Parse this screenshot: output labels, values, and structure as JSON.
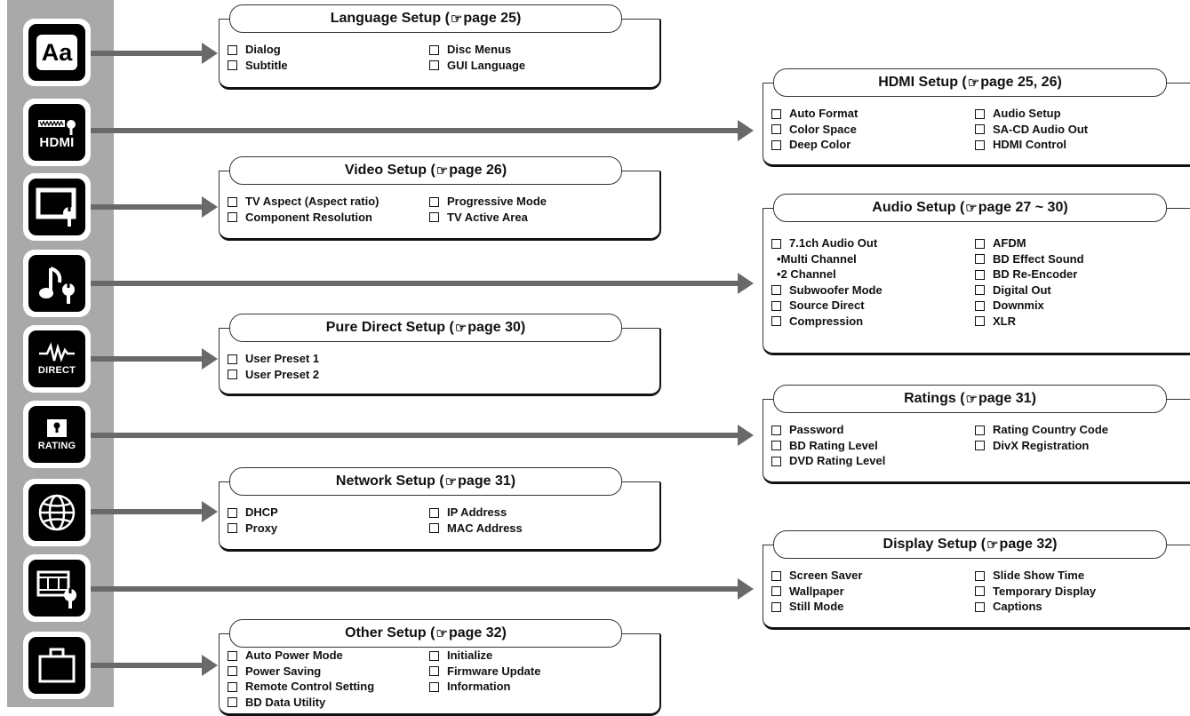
{
  "colors": {
    "sidebar": "#a9a9a9",
    "arrow": "#696969",
    "icon_bg": "#000000"
  },
  "icons": [
    {
      "name": "language-icon",
      "caption": "Aa"
    },
    {
      "name": "hdmi-icon",
      "caption": "HDMI"
    },
    {
      "name": "video-icon",
      "caption": ""
    },
    {
      "name": "audio-icon",
      "caption": ""
    },
    {
      "name": "direct-icon",
      "caption": "DIRECT"
    },
    {
      "name": "rating-icon",
      "caption": "RATING"
    },
    {
      "name": "network-icon",
      "caption": ""
    },
    {
      "name": "display-icon",
      "caption": ""
    },
    {
      "name": "other-icon",
      "caption": ""
    }
  ],
  "panels": {
    "language": {
      "title": "Language Setup (",
      "page": "page 25)",
      "col1": [
        "Dialog",
        "Subtitle"
      ],
      "col2": [
        "Disc Menus",
        "GUI Language"
      ]
    },
    "video": {
      "title": "Video Setup (",
      "page": "page 26)",
      "col1": [
        "TV Aspect (Aspect ratio)",
        "Component Resolution"
      ],
      "col2": [
        "Progressive Mode",
        "TV Active Area"
      ]
    },
    "puredirect": {
      "title": "Pure Direct Setup (",
      "page": "page 30)",
      "col1": [
        "User Preset 1",
        "User Preset 2"
      ]
    },
    "network": {
      "title": "Network Setup (",
      "page": "page 31)",
      "col1": [
        "DHCP",
        "Proxy"
      ],
      "col2": [
        "IP Address",
        "MAC Address"
      ]
    },
    "other": {
      "title": "Other Setup (",
      "page": "page 32)",
      "col1": [
        "Auto Power Mode",
        "Power Saving",
        "Remote Control Setting",
        "BD Data Utility"
      ],
      "col2": [
        "Initialize",
        "Firmware Update",
        "Information"
      ]
    },
    "hdmi": {
      "title": "HDMI Setup (",
      "page": "page 25, 26)",
      "col1": [
        "Auto Format",
        "Color Space",
        "Deep Color"
      ],
      "col2": [
        "Audio Setup",
        "SA-CD Audio Out",
        "HDMI Control"
      ]
    },
    "audio": {
      "title": "Audio Setup (",
      "page": "page 27 ~ 30)",
      "col1": [
        "7.1ch Audio Out",
        "Multi Channel",
        "2 Channel",
        "Subwoofer Mode",
        "Source Direct",
        "Compression"
      ],
      "col2": [
        "AFDM",
        "BD Effect Sound",
        "BD Re-Encoder",
        "Digital Out",
        "Downmix",
        "XLR"
      ]
    },
    "ratings": {
      "title": "Ratings (",
      "page": "page 31)",
      "col1": [
        "Password",
        "BD Rating Level",
        "DVD Rating Level"
      ],
      "col2": [
        "Rating Country Code",
        "DivX Registration"
      ]
    },
    "display": {
      "title": "Display Setup (",
      "page": "page 32)",
      "col1": [
        "Screen Saver",
        "Wallpaper",
        "Still Mode"
      ],
      "col2": [
        "Slide Show Time",
        "Temporary Display",
        "Captions"
      ]
    }
  }
}
